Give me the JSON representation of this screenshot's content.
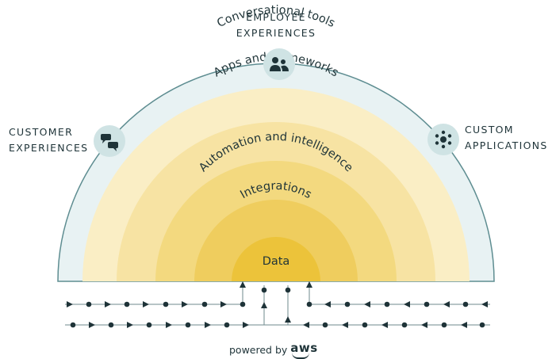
{
  "hubs": {
    "employee": {
      "line1": "EMPLOYEE",
      "line2": "EXPERIENCES",
      "icon": "people-icon"
    },
    "customer": {
      "line1": "CUSTOMER",
      "line2": "EXPERIENCES",
      "icon": "chat-bubbles-icon"
    },
    "custom_apps": {
      "line1": "CUSTOM",
      "line2": "APPLICATIONS",
      "icon": "hub-network-icon"
    }
  },
  "layers": [
    {
      "label": "Conversational tools",
      "color": "#faeec5"
    },
    {
      "label": "Apps and frameworks",
      "color": "#f7e3a3"
    },
    {
      "label": "Automation and intelligence",
      "color": "#f3d97f"
    },
    {
      "label": "Integrations",
      "color": "#efcd5e"
    },
    {
      "label": "Data",
      "color": "#ecc33a"
    }
  ],
  "outer_ring_color": "#e8f2f3",
  "outer_stroke_color": "#5e8d91",
  "hub_color": "#cfe3e4",
  "footer": {
    "prefix": "powered by",
    "brand": "aws"
  }
}
